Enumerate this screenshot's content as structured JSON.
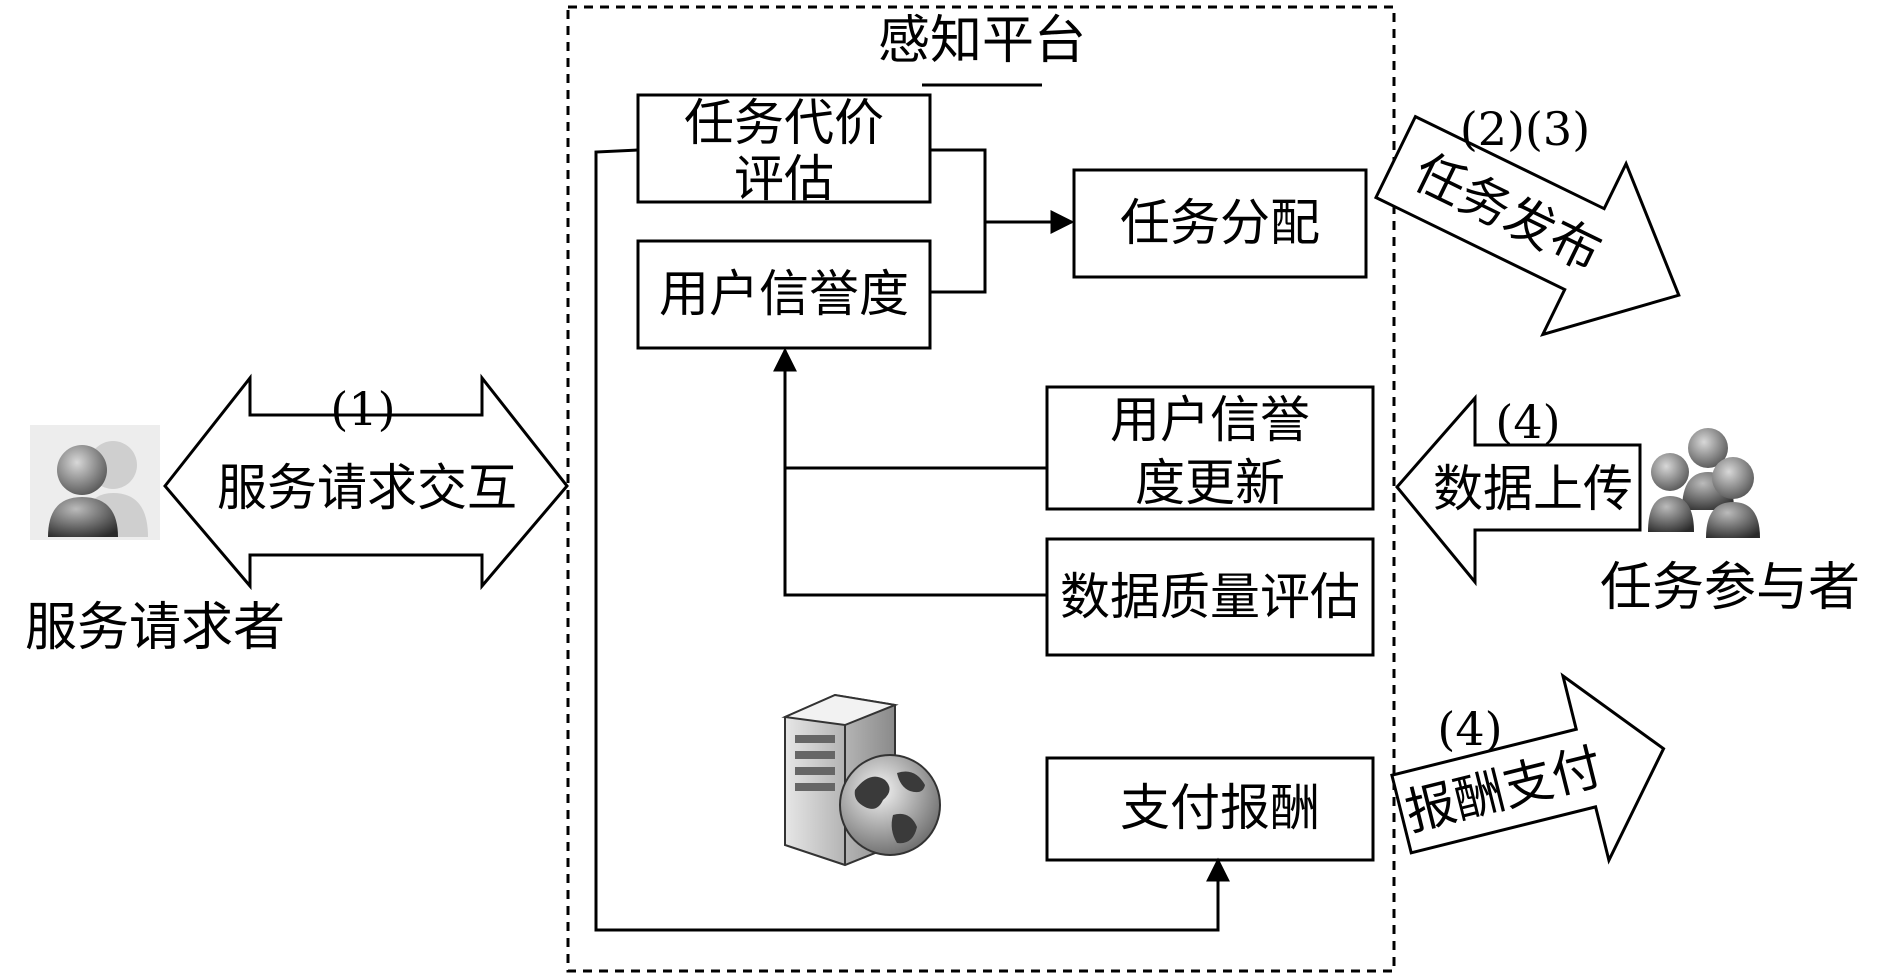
{
  "platform": {
    "title": "感知平台"
  },
  "boxes": {
    "task_cost_eval": [
      "任务代价",
      "评估"
    ],
    "user_reputation": "用户信誉度",
    "task_allocation": "任务分配",
    "reputation_update": [
      "用户信誉",
      "度更新"
    ],
    "data_quality_eval": "数据质量评估",
    "pay_reward": "支付报酬"
  },
  "arrows": {
    "service_interaction": {
      "label": "服务请求交互",
      "num": "(1)"
    },
    "task_publish": {
      "label": "任务发布",
      "num": "(2)(3)"
    },
    "data_upload": {
      "label": "数据上传",
      "num": "(4)"
    },
    "reward_payment": {
      "label": "报酬支付",
      "num": "(4)"
    }
  },
  "actors": {
    "requester": "服务请求者",
    "participants": "任务参与者"
  },
  "icons": {
    "requester": "user-icon",
    "participants": "user-group-icon",
    "server": "server-globe-icon"
  }
}
